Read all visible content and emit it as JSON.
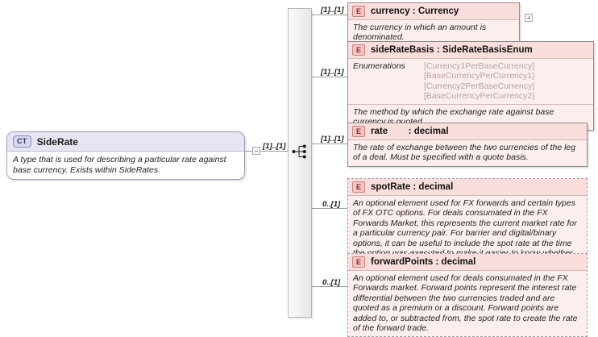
{
  "diagram": {
    "type": "xsd-schema-diagram",
    "complex_type": {
      "badge": "CT",
      "name": "SideRate",
      "documentation": "A type that is used for describing a particular rate against base currency. Exists within SideRates.",
      "cardinality": "[1]..[1]"
    },
    "compositor": {
      "kind": "sequence-icon",
      "toggle_left": "collapse-toggle"
    },
    "elements": [
      {
        "badge": "E",
        "name": "currency : Currency",
        "cardinality": "[1]..[1]",
        "required": true,
        "documentation": "The currency in which an amount is denominated.",
        "expand_toggle": "+"
      },
      {
        "badge": "E",
        "name": "sideRateBasis : SideRateBasisEnum",
        "cardinality": "[1]..[1]",
        "required": true,
        "enumerations_label": "Enumerations",
        "enumerations": [
          "[Currency1PerBaseCurrency]",
          "[BaseCurrencyPerCurrency1]",
          "[Currency2PerBaseCurrency]",
          "[BaseCurrencyPerCurrency2]"
        ],
        "documentation": "The method by which the exchange rate against base currency is quoted."
      },
      {
        "badge": "E",
        "name": "rate        : decimal",
        "cardinality": "[1]..[1]",
        "required": true,
        "documentation": "The rate of exchange between the two currencies of the leg of a deal. Must be specified with a quote basis."
      },
      {
        "badge": "E",
        "name": "spotRate : decimal",
        "cardinality": "0..[1]",
        "required": false,
        "documentation": "An optional element used for FX forwards and certain types of FX OTC options. For deals consumated in the FX Forwards Market, this represents the current market rate for a particular currency pair. For barrier and digital/binary options, it can be useful to include the spot rate at the time the option was executed to make it easier to know whether the option needs to move \"up\" or \"down\" to be triggered."
      },
      {
        "badge": "E",
        "name": "forwardPoints : decimal",
        "cardinality": "0..[1]",
        "required": false,
        "documentation": "An optional element used for deals consumated in the FX Forwards market. Forward points represent the interest rate differential between the two currencies traded and are quoted as a premium or a discount. Forward points are added to, or subtracted from, the spot rate to create the rate of the forward trade."
      }
    ]
  }
}
